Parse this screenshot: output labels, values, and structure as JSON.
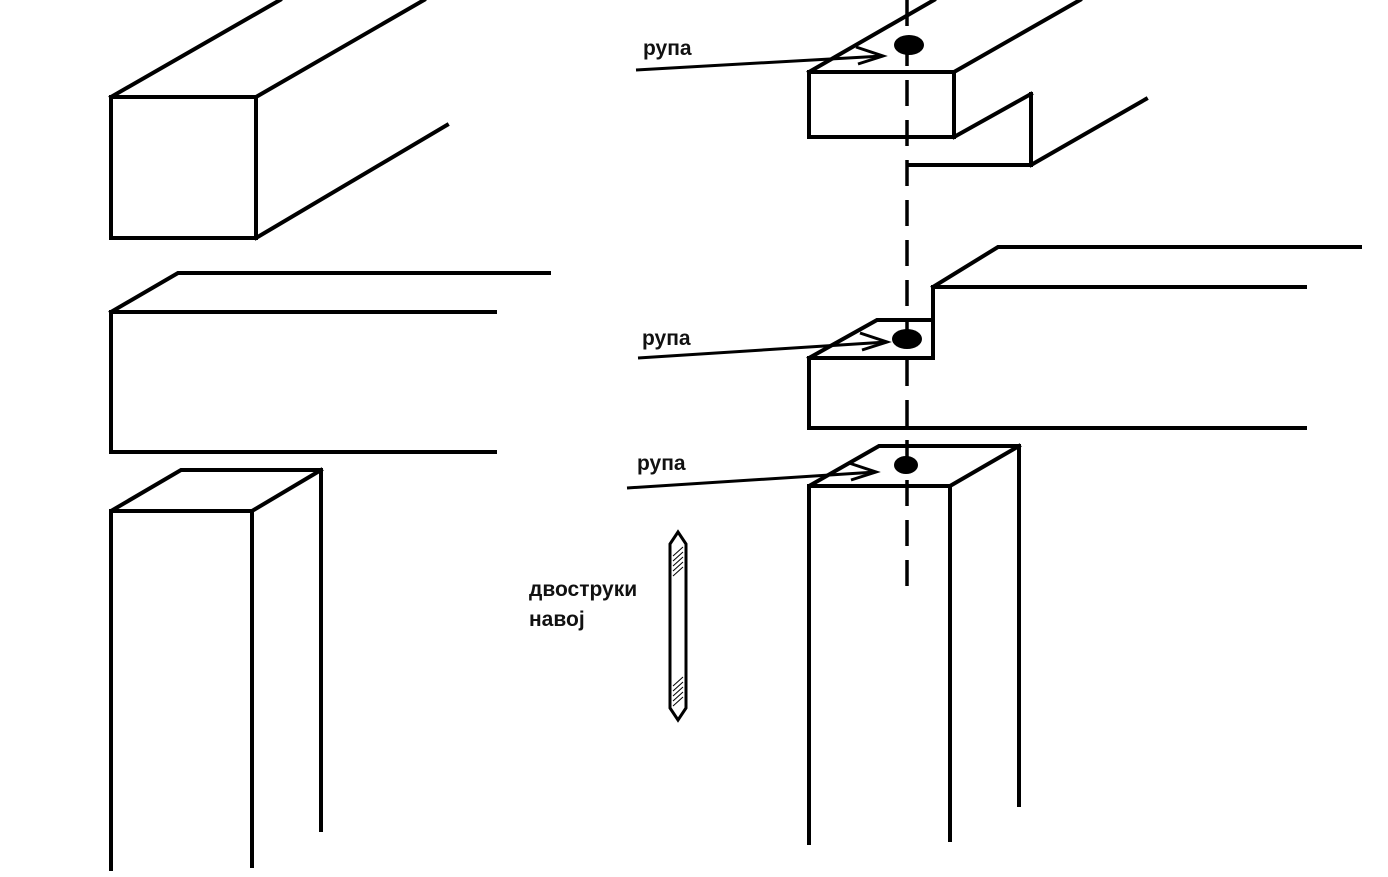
{
  "labels": {
    "hole_top": "рупа",
    "hole_middle": "рупа",
    "hole_bottom": "рупа",
    "dowel_line1": "двоструки",
    "dowel_line2": "навој"
  },
  "colors": {
    "stroke": "#000000",
    "background": "#ffffff"
  }
}
